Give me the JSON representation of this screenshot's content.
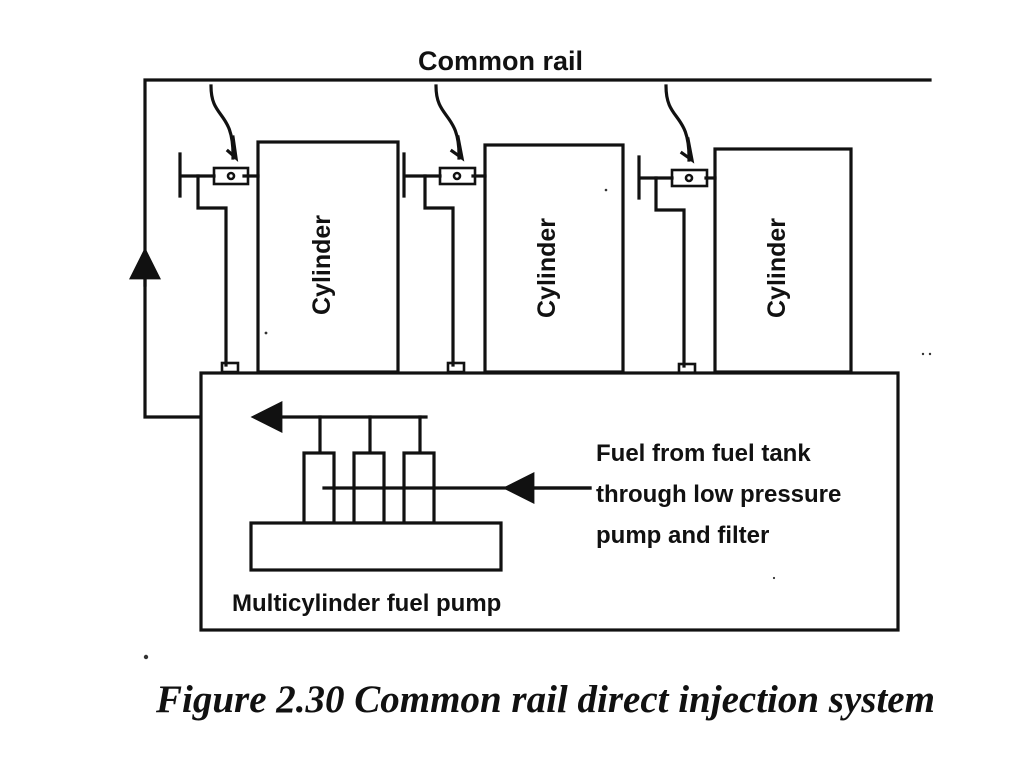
{
  "labels": {
    "common_rail": "Common rail",
    "cylinder_1": "Cylinder",
    "cylinder_2": "Cylinder",
    "cylinder_3": "Cylinder",
    "fuel_line_1": "Fuel from fuel tank",
    "fuel_line_2": "through low pressure",
    "fuel_line_3": "pump and filter",
    "pump": "Multicylinder fuel pump"
  },
  "caption": "Figure 2.30 Common rail direct injection system",
  "colors": {
    "ink": "#111111",
    "paper": "#ffffff"
  }
}
